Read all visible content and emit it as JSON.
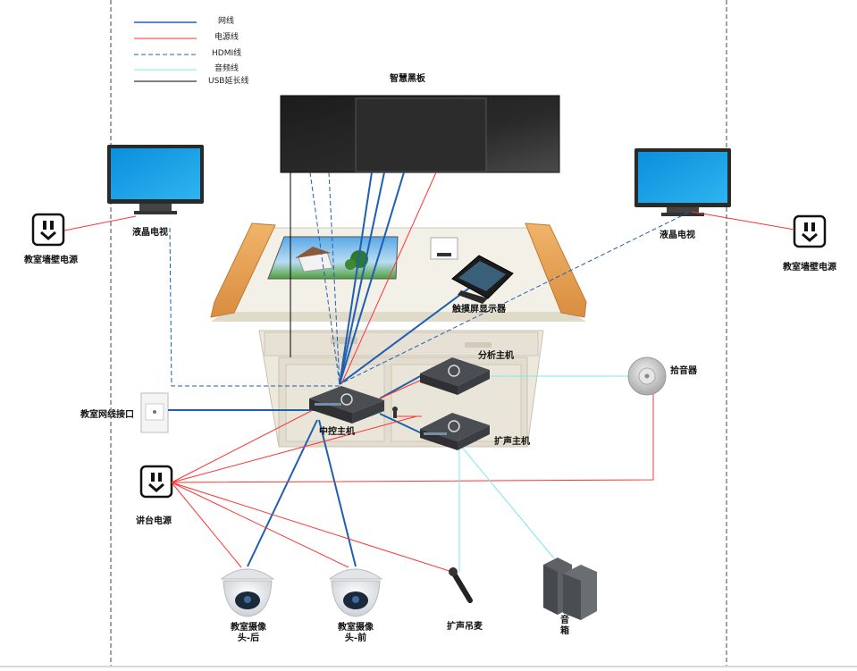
{
  "legend": [
    {
      "label": "网线",
      "color": "#1f5fb0",
      "dash": false
    },
    {
      "label": "电源线",
      "color": "#ff3333",
      "dash": false
    },
    {
      "label": "HDMI线",
      "color": "#1f5fb0",
      "dash": true
    },
    {
      "label": "音频线",
      "color": "#7ee8ee",
      "dash": false
    },
    {
      "label": "USB延长线",
      "color": "#000000",
      "dash": false
    }
  ],
  "labels": {
    "smart_board": "智慧黑板",
    "tv_left": "液晶电视",
    "tv_right": "液晶电视",
    "wall_power_left": "教室墙壁电源",
    "wall_power_right": "教室墙壁电源",
    "touch_screen": "触摸屏显示器",
    "analysis_host": "分析主机",
    "pickup": "拾音器",
    "network_port": "教室网线接口",
    "central_host": "中控主机",
    "amp_host": "扩声主机",
    "podium_power": "讲台电源",
    "camera_rear": "教室摄像头-后",
    "camera_front": "教室摄像头-前",
    "mic": "扩声吊麦",
    "speaker": "音箱"
  },
  "colors": {
    "network": "#1f5fb0",
    "power": "#ff3333",
    "audio": "#7ee8ee",
    "usb": "#000000",
    "screen": "#1b9be0",
    "wood": "#e0a060",
    "podium": "#e9e4d8"
  }
}
